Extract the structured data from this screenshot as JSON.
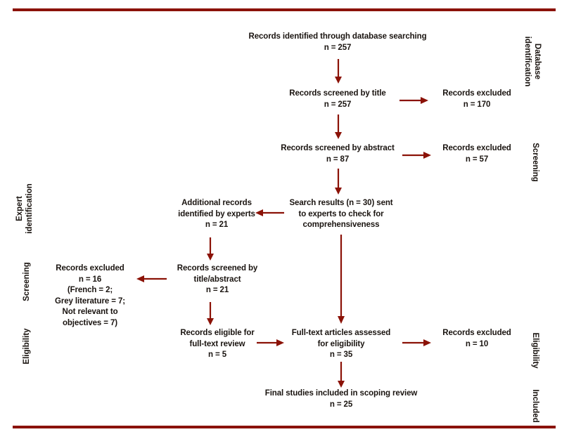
{
  "theme": {
    "accent": "#8B1207",
    "text": "#1a1410",
    "background": "#ffffff"
  },
  "diagram": {
    "type": "prisma-flow-diagram",
    "nodes": [
      {
        "id": "identified",
        "text": "Records identified through database searching\nn = 257"
      },
      {
        "id": "screened-title",
        "text": "Records screened by title\nn = 257"
      },
      {
        "id": "excluded-title",
        "text": "Records excluded\nn = 170"
      },
      {
        "id": "screened-abstract",
        "text": "Records screened by abstract\nn = 87"
      },
      {
        "id": "excluded-abstract",
        "text": "Records excluded\nn = 57"
      },
      {
        "id": "sent-experts",
        "text": "Search results (n = 30) sent\nto experts to check for\ncomprehensiveness"
      },
      {
        "id": "additional",
        "text": "Additional records\nidentified by experts\nn = 21"
      },
      {
        "id": "screened-ta",
        "text": "Records screened by\ntitle/abstract\nn = 21"
      },
      {
        "id": "excluded-ta",
        "text": "Records excluded\nn = 16\n(French = 2;\nGrey literature = 7;\nNot relevant to\nobjectives = 7)"
      },
      {
        "id": "eligible-fulltext",
        "text": "Records eligible for\nfull-text review\nn = 5"
      },
      {
        "id": "fulltext-assessed",
        "text": "Full-text articles assessed\nfor eligibility\nn = 35"
      },
      {
        "id": "excluded-fulltext",
        "text": "Records excluded\nn = 10"
      },
      {
        "id": "final-included",
        "text": "Final studies included in scoping review\nn = 25"
      }
    ],
    "stage_labels_right": [
      {
        "id": "database-identification",
        "text": "Database\nidentification"
      },
      {
        "id": "screening",
        "text": "Screening"
      },
      {
        "id": "eligibility",
        "text": "Eligibility"
      },
      {
        "id": "included",
        "text": "Included"
      }
    ],
    "stage_labels_left": [
      {
        "id": "expert-identification",
        "text": "Expert\nidentification"
      },
      {
        "id": "screening",
        "text": "Screening"
      },
      {
        "id": "eligibility",
        "text": "Eligibility"
      }
    ],
    "edges": [
      {
        "from": "identified",
        "to": "screened-title",
        "direction": "down"
      },
      {
        "from": "screened-title",
        "to": "excluded-title",
        "direction": "right"
      },
      {
        "from": "screened-title",
        "to": "screened-abstract",
        "direction": "down"
      },
      {
        "from": "screened-abstract",
        "to": "excluded-abstract",
        "direction": "right"
      },
      {
        "from": "screened-abstract",
        "to": "sent-experts",
        "direction": "down"
      },
      {
        "from": "sent-experts",
        "to": "additional",
        "direction": "left"
      },
      {
        "from": "sent-experts",
        "to": "fulltext-assessed",
        "direction": "down"
      },
      {
        "from": "additional",
        "to": "screened-ta",
        "direction": "down"
      },
      {
        "from": "screened-ta",
        "to": "excluded-ta",
        "direction": "left"
      },
      {
        "from": "screened-ta",
        "to": "eligible-fulltext",
        "direction": "down"
      },
      {
        "from": "eligible-fulltext",
        "to": "fulltext-assessed",
        "direction": "right"
      },
      {
        "from": "fulltext-assessed",
        "to": "excluded-fulltext",
        "direction": "right"
      },
      {
        "from": "fulltext-assessed",
        "to": "final-included",
        "direction": "down"
      }
    ]
  }
}
